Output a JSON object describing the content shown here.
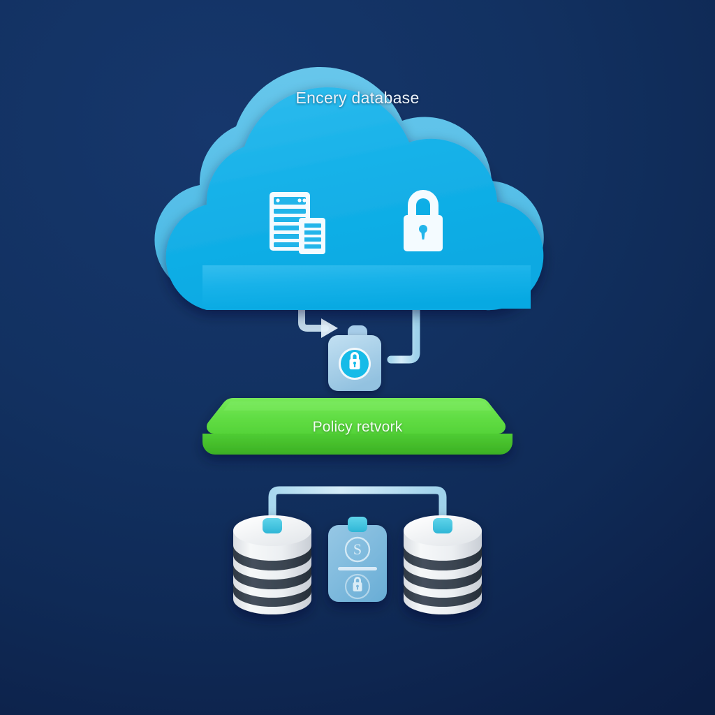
{
  "diagram": {
    "title": "Encery database",
    "background_color_top": "#16376c",
    "background_color_bottom": "#0a1c40",
    "cloud": {
      "name": "cloud",
      "fill_color": "#22b5ea",
      "shadow_color": "#5fc8ef",
      "icons": [
        {
          "name": "database-list-icon",
          "label": "database records",
          "color": "#f4fbff"
        },
        {
          "name": "lock-icon",
          "label": "padlock",
          "color": "#f4fbff"
        }
      ]
    },
    "secure_node": {
      "name": "encryption-gateway",
      "fill_color": "#a9cfe8",
      "badge_color": "#1bb6e8",
      "badge_icon": "lock-icon"
    },
    "arrow": {
      "name": "flow-arrow",
      "color": "#cfe6f4",
      "direction": "right"
    },
    "policy_bar": {
      "label": "Policy retvork",
      "top_color": "#63de45",
      "side_color": "#4dc434",
      "edge_color": "#3fae2b"
    },
    "connectors": {
      "color": "#bfe2f3",
      "cap_color": "#3fc3e0"
    },
    "nodes": [
      {
        "name": "database-cylinder-left",
        "type": "database",
        "body_color": "#f0f2f4",
        "band_color": "#39434f",
        "band_count": 4,
        "cap_color": "#3fc3e0"
      },
      {
        "name": "policy-card",
        "type": "card",
        "fill_color": "#7fb9dd",
        "icons": [
          {
            "name": "dollar-circle-icon",
            "label": "S"
          },
          {
            "name": "lock-circle-icon",
            "label": "lock"
          }
        ],
        "divider": true,
        "cap_color": "#4ec7df"
      },
      {
        "name": "database-cylinder-right",
        "type": "database",
        "body_color": "#f0f2f4",
        "band_color": "#39434f",
        "band_count": 4,
        "cap_color": "#3fc3e0"
      }
    ]
  }
}
